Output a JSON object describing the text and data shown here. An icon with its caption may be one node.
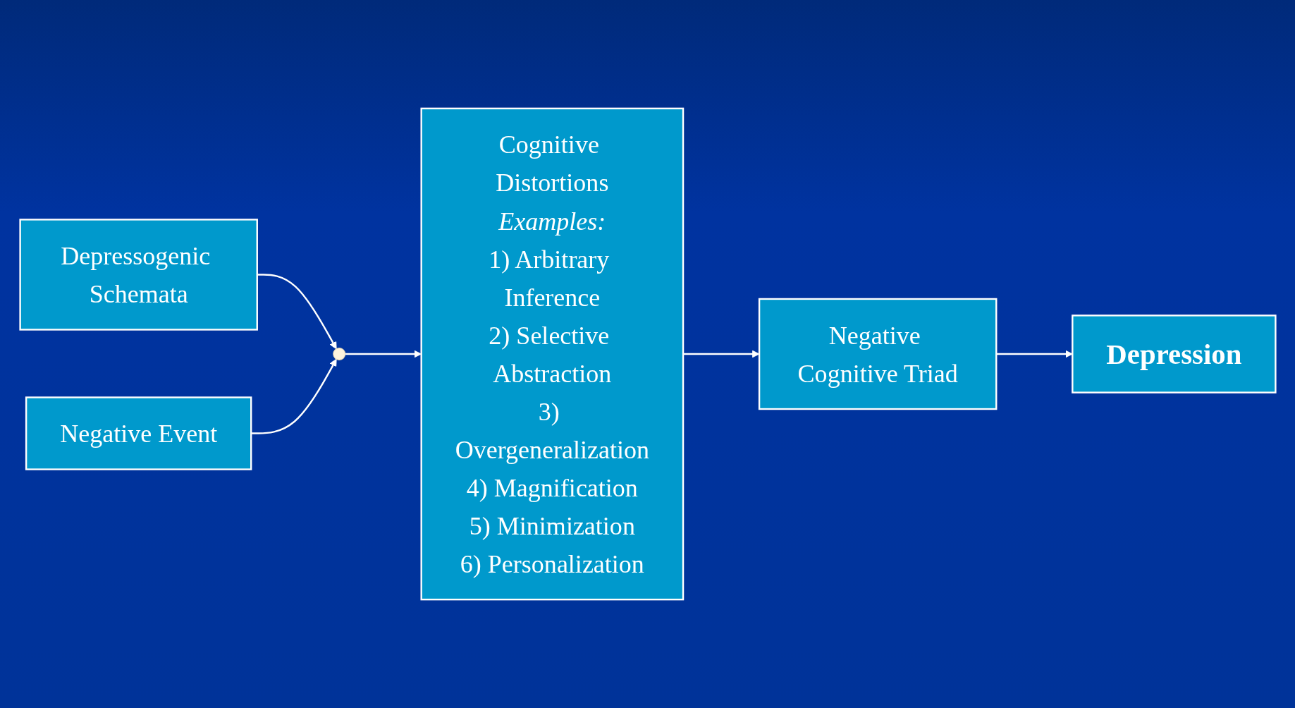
{
  "diagram": {
    "nodes": [
      {
        "text": [
          "Depressogenic Schemata"
        ]
      },
      {
        "text": [
          "Negative Event"
        ]
      },
      {
        "text": [],
        "shape": "circle"
      },
      {
        "text": [
          "Cognitive Distortions",
          "Examples:",
          "1) Arbitrary Inference",
          "2) Selective Abstraction",
          "3) Overgeneralization",
          "4) Magnification",
          "5) Minimization",
          "6) Personalization"
        ]
      },
      {
        "text": [
          "Negative Cognitive Triad"
        ]
      },
      {
        "text": [
          "Depression"
        ]
      }
    ],
    "edges": [
      {
        "from": 0,
        "to": 2,
        "arrow": "to"
      },
      {
        "from": 1,
        "to": 2,
        "arrow": "to"
      },
      {
        "from": 2,
        "to": 3,
        "arrow": "to"
      },
      {
        "from": 3,
        "to": 4,
        "arrow": "to"
      },
      {
        "from": 4,
        "to": 5,
        "arrow": "to"
      }
    ]
  }
}
